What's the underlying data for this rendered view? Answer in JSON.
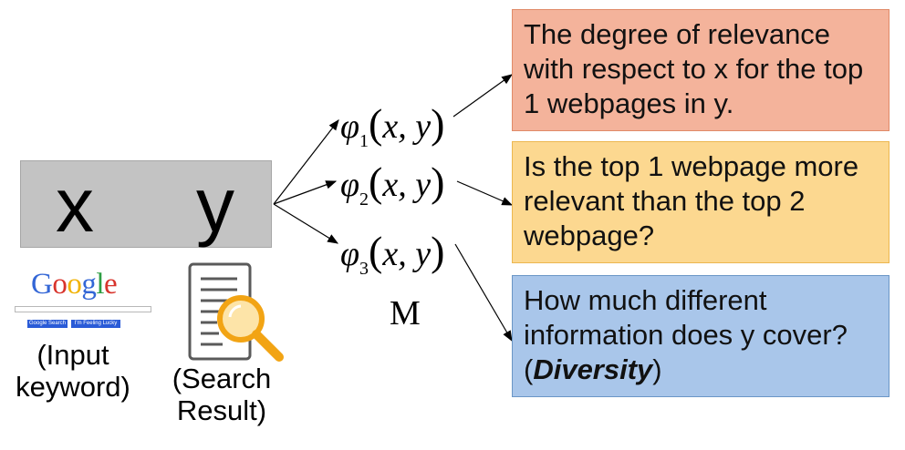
{
  "input_box": {
    "x_label": "x",
    "y_label": "y"
  },
  "google": {
    "logo_letters": [
      {
        "ch": "G",
        "color": "#3366d6"
      },
      {
        "ch": "o",
        "color": "#d8342c"
      },
      {
        "ch": "o",
        "color": "#f1b306"
      },
      {
        "ch": "g",
        "color": "#3366d6"
      },
      {
        "ch": "l",
        "color": "#2f9e44"
      },
      {
        "ch": "e",
        "color": "#d8342c"
      }
    ],
    "search_button": "Google Search",
    "lucky_button": "I'm Feeling Lucky"
  },
  "captions": {
    "input_line1": "(Input",
    "input_line2": "keyword)",
    "search_line1": "(Search",
    "search_line2": "Result)"
  },
  "features": [
    {
      "symbol": "φ",
      "sub": "1",
      "args": "x, y"
    },
    {
      "symbol": "φ",
      "sub": "2",
      "args": "x, y"
    },
    {
      "symbol": "φ",
      "sub": "3",
      "args": "x, y"
    }
  ],
  "ellipsis": "M",
  "boxes": {
    "box1": {
      "text": "The degree of relevance with respect to x for the top 1 webpages in y.",
      "bg": "#f4b39b"
    },
    "box2": {
      "text": "Is the top 1 webpage more relevant than the top 2 webpage?",
      "bg": "#fcd890"
    },
    "box3": {
      "text_before": "How much different information does y cover? (",
      "emphasis": "Diversity",
      "text_after": ")",
      "bg": "#a9c6ea"
    }
  },
  "icons": {
    "document": "search-result-document-icon",
    "magnifier": "magnifier-icon"
  }
}
